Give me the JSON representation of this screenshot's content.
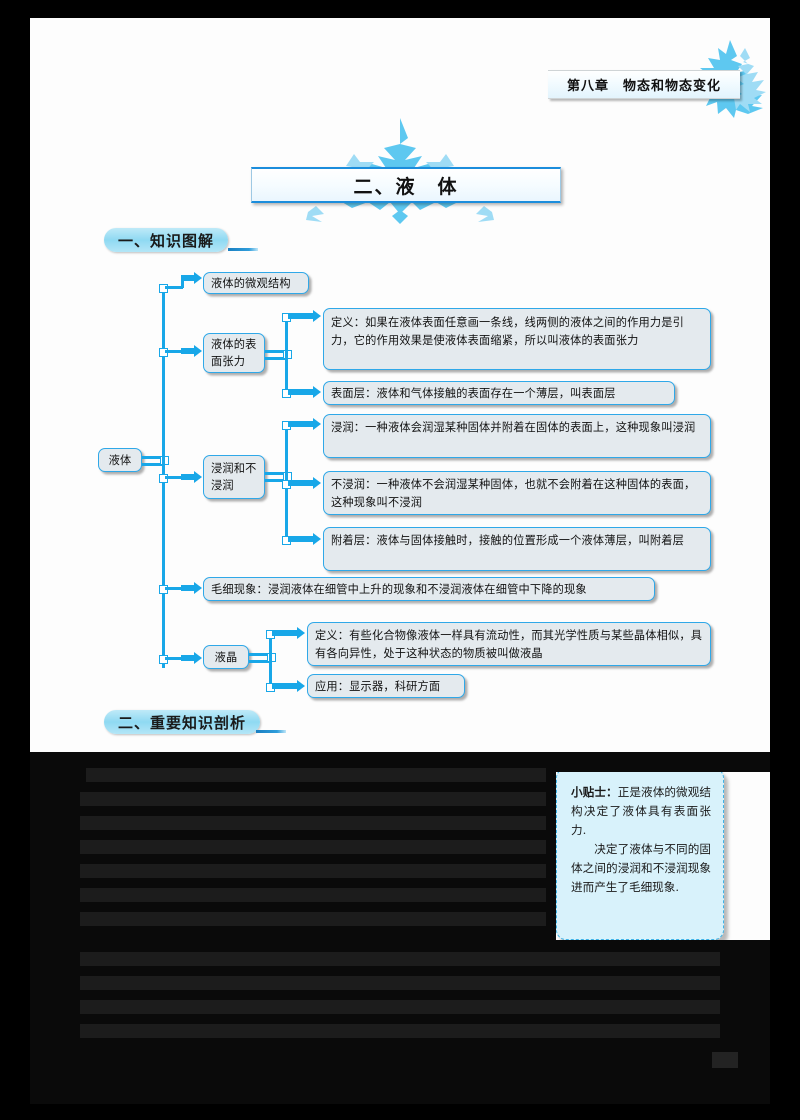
{
  "header": {
    "running_title": "第八章　物态和物态变化"
  },
  "title": {
    "banner_text": "二、液　体"
  },
  "sections": [
    {
      "id": "sec1",
      "label": "一、知识图解"
    },
    {
      "id": "sec2",
      "label": "二、重要知识剖析"
    }
  ],
  "mindmap": {
    "root": "液体",
    "branches": [
      {
        "label": "液体的微观结构",
        "children": []
      },
      {
        "label": "液体的表面张力",
        "children": [
          "定义：如果在液体表面任意画一条线，线两侧的液体之间的作用力是引力，它的作用效果是使液体表面缩紧，所以叫液体的表面张力",
          "表面层：液体和气体接触的表面存在一个薄层，叫表面层"
        ]
      },
      {
        "label": "浸润和不浸润",
        "children": [
          "浸润：一种液体会润湿某种固体并附着在固体的表面上，这种现象叫浸润",
          "不浸润：一种液体不会润湿某种固体，也就不会附着在这种固体的表面，这种现象叫不浸润",
          "附着层：液体与固体接触时，接触的位置形成一个液体薄层，叫附着层"
        ]
      },
      {
        "label": "毛细现象：浸润液体在细管中上升的现象和不浸润液体在细管中下降的现象",
        "children": []
      },
      {
        "label": "液晶",
        "children": [
          "定义：有些化合物像液体一样具有流动性，而其光学性质与某些晶体相似，具有各向异性，处于这种状态的物质被叫做液晶",
          "应用：显示器，科研方面"
        ]
      }
    ]
  },
  "tip": {
    "lead": "小贴士：",
    "paragraph1": "正是液体的微观结构决定了液体具有表面张力.",
    "paragraph2": "决定了液体与不同的固体之间的浸润和不浸润现象进而产生了毛细现象."
  },
  "colors": {
    "accent_blue": "#18a7e8",
    "banner_blue": "#1b8ddc",
    "node_fill": "#e4eaee",
    "tip_fill": "#d8f2fb",
    "pill_blue": "#8fd9f2"
  }
}
